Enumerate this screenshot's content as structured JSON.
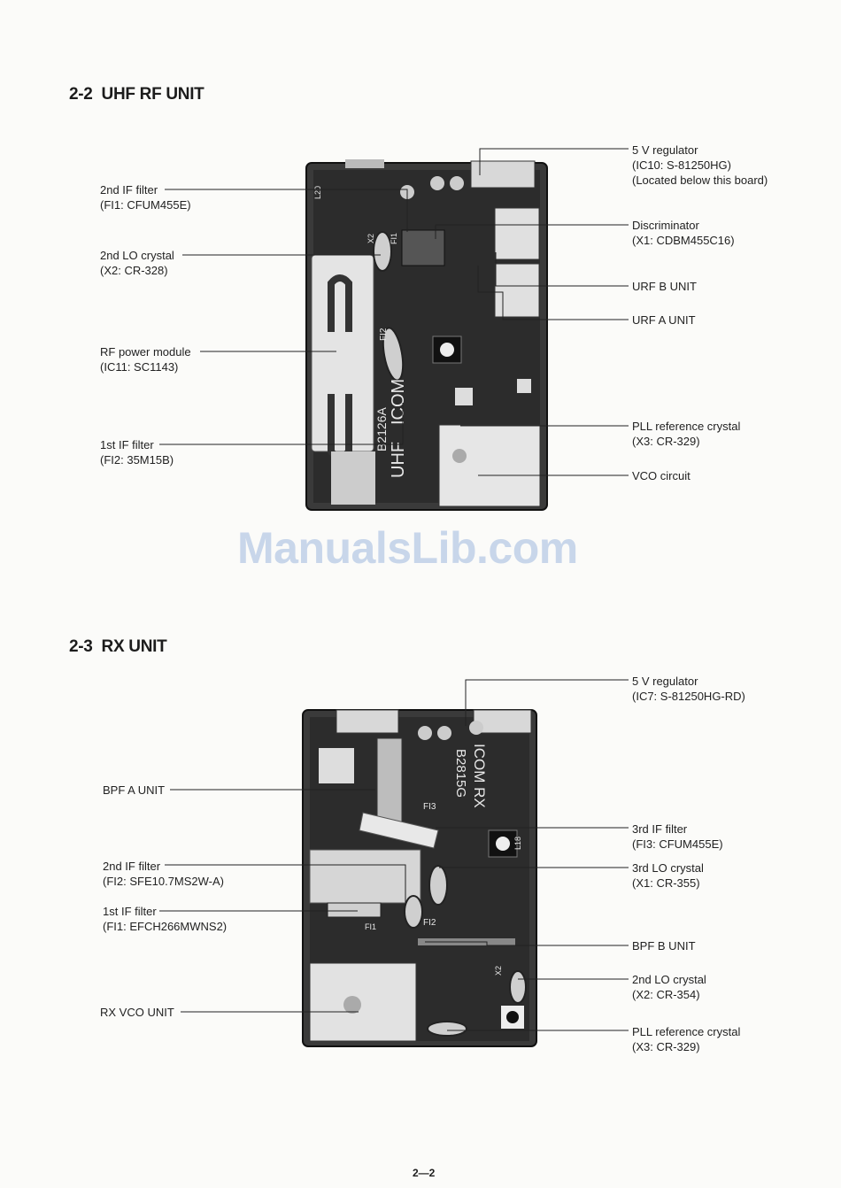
{
  "sections": [
    {
      "number": "2-2",
      "title": "UHF RF UNIT",
      "left_labels": [
        {
          "line1": "2nd IF filter",
          "line2": "(FI1:  CFUM455E)"
        },
        {
          "line1": "2nd LO crystal",
          "line2": "(X2:  CR-328)"
        },
        {
          "line1": "RF power module",
          "line2": "(IC11:  SC1143)"
        },
        {
          "line1": "1st IF filter",
          "line2": "(FI2:  35M15B)"
        }
      ],
      "right_labels": [
        {
          "line1": "5 V regulator",
          "line2": "(IC10:  S-81250HG)",
          "line3": "(Located below this board)"
        },
        {
          "line1": "Discriminator",
          "line2": "(X1:  CDBM455C16)"
        },
        {
          "line1": "URF B UNIT"
        },
        {
          "line1": "URF A UNIT"
        },
        {
          "line1": "PLL reference crystal",
          "line2": "(X3:  CR-329)"
        },
        {
          "line1": "VCO circuit"
        }
      ],
      "board_marks": [
        "ICOM",
        "UHF",
        "B2126A",
        "FI2",
        "FI1",
        "X2",
        "L20"
      ]
    },
    {
      "number": "2-3",
      "title": "RX UNIT",
      "left_labels": [
        {
          "line1": "BPF A UNIT"
        },
        {
          "line1": "2nd IF filter",
          "line2": "(FI2:  SFE10.7MS2W-A)"
        },
        {
          "line1": "1st IF filter",
          "line2": "(FI1:  EFCH266MWNS2)"
        },
        {
          "line1": "RX VCO UNIT"
        }
      ],
      "right_labels": [
        {
          "line1": "5 V regulator",
          "line2": "(IC7:  S-81250HG-RD)"
        },
        {
          "line1": "3rd IF filter",
          "line2": "(FI3:  CFUM455E)"
        },
        {
          "line1": "3rd LO crystal",
          "line2": "(X1:  CR-355)"
        },
        {
          "line1": "BPF B UNIT"
        },
        {
          "line1": "2nd LO crystal",
          "line2": "(X2:  CR-354)"
        },
        {
          "line1": "PLL reference crystal",
          "line2": "(X3:  CR-329)"
        }
      ],
      "board_marks": [
        "ICOM RX",
        "B2815G",
        "FI3",
        "FI2",
        "FI1",
        "X2",
        "L18"
      ]
    }
  ],
  "watermark": "ManualsLib.com",
  "page_number": "2—2"
}
